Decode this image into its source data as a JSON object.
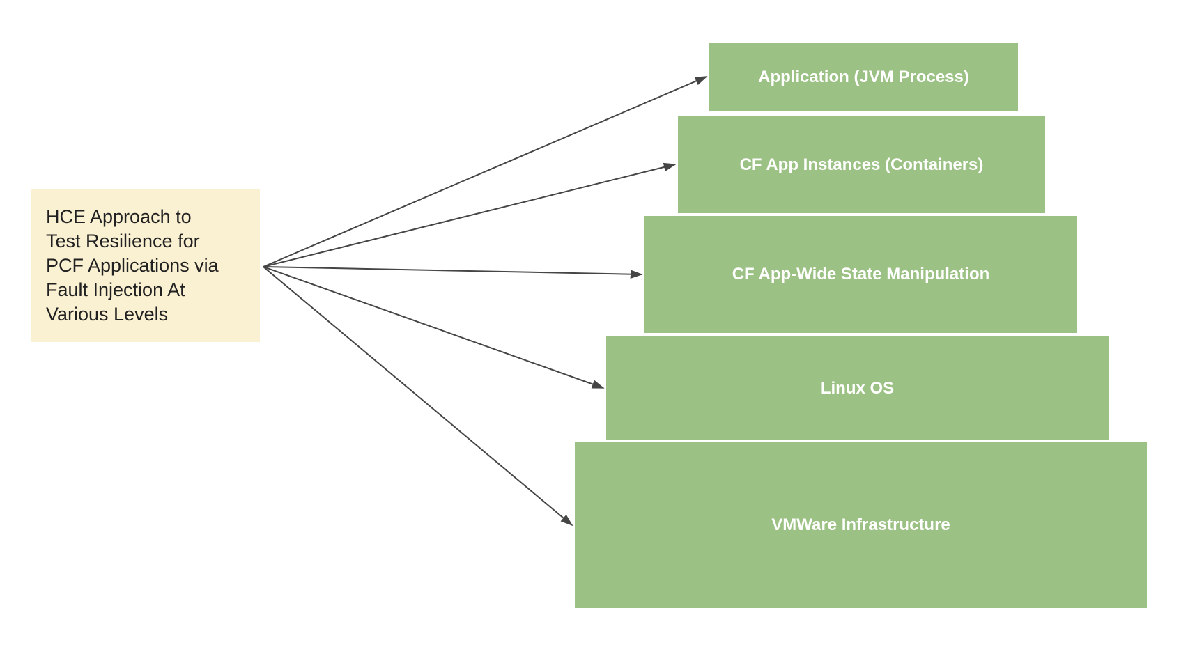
{
  "diagram": {
    "source": {
      "label": "HCE Approach to Test Resilience for PCF Applications via Fault Injection At Various Levels",
      "lines": [
        "HCE Approach to",
        "Test Resilience for",
        "PCF Applications via",
        "Fault Injection At",
        "Various Levels"
      ]
    },
    "levels": [
      {
        "label": "Application (JVM Process)"
      },
      {
        "label": "CF App Instances (Containers)"
      },
      {
        "label": "CF App-Wide State Manipulation"
      },
      {
        "label": "Linux OS"
      },
      {
        "label": "VMWare Infrastructure"
      }
    ],
    "colors": {
      "level_box_fill": "#9CC184",
      "level_box_text": "#FFFFFF",
      "source_box_fill": "#FAF0D2",
      "source_box_text": "#212121",
      "arrow": "#454545",
      "background": "#FFFFFF"
    }
  }
}
